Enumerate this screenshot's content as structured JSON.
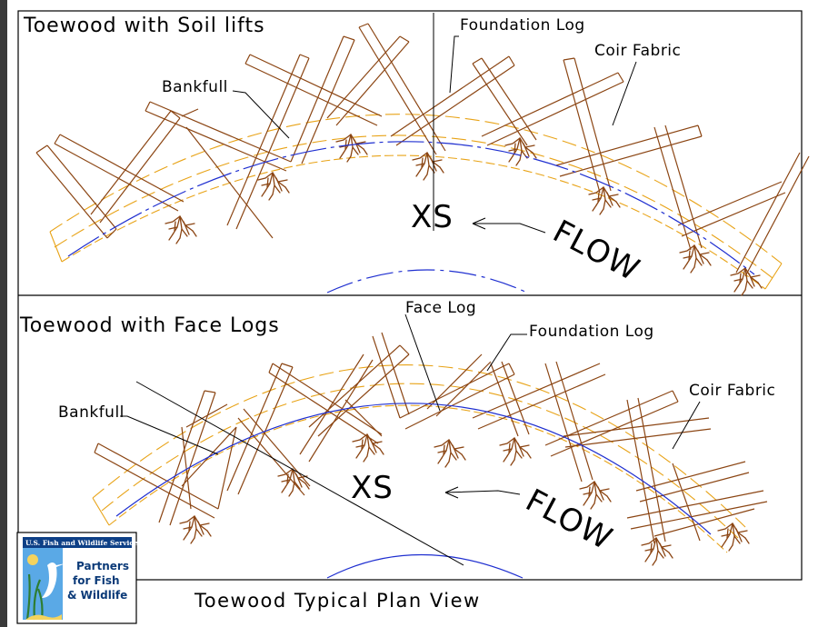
{
  "panels": [
    {
      "title": "Toewood with Soil lifts",
      "labels": {
        "foundation_log": "Foundation Log",
        "coir_fabric": "Coir Fabric",
        "bankfull": "Bankfull",
        "xs": "XS",
        "flow": "FLOW"
      }
    },
    {
      "title": "Toewood with Face Logs",
      "labels": {
        "face_log": "Face Log",
        "foundation_log": "Foundation Log",
        "coir_fabric": "Coir Fabric",
        "bankfull": "Bankfull",
        "xs": "XS",
        "flow": "FLOW"
      }
    }
  ],
  "drawing_title": "Toewood Typical Plan View",
  "logo": {
    "agency": "U.S. Fish and Wildlife Service",
    "line1": "Partners",
    "line2": "for Fish",
    "line3": "& Wildlife"
  },
  "colors": {
    "log": "#8b4513",
    "bankfull": "#1f2fd0",
    "fabric": "#e8a317",
    "ink": "#000000",
    "logo_blue": "#1565c0"
  }
}
